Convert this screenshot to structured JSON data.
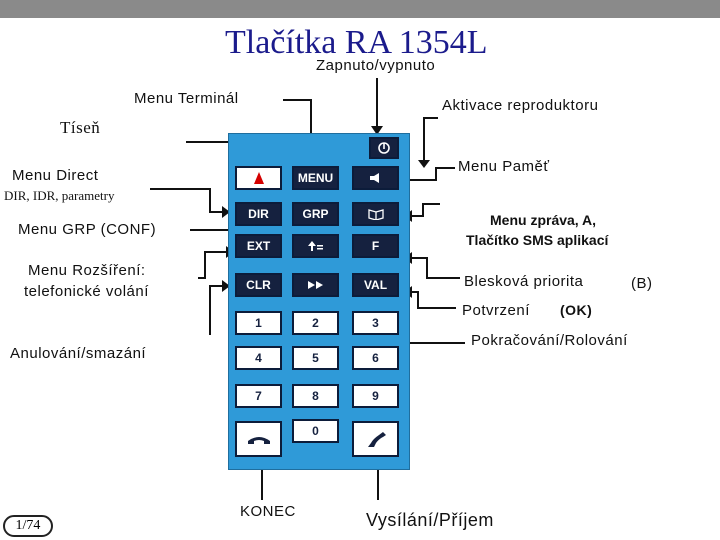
{
  "title": "Tlačítka RA 1354L",
  "labels": {
    "zapnuto": "Zapnuto/vypnuto",
    "menu_terminal": "Menu Terminál",
    "aktivace": "Aktivace reproduktoru",
    "tisen": "Tíseň",
    "menu_pamet": "Menu Paměť",
    "menu_direct": "Menu Direct",
    "dir_params": "DIR, IDR, parametry",
    "menu_zprava_1": "Menu zpráva, A,",
    "menu_zprava_2": "Tlačítko SMS aplikací",
    "menu_grp": "Menu GRP (CONF)",
    "menu_rozsireni_1": "Menu Rozšíření:",
    "menu_rozsireni_2": "telefonické volání",
    "bleskova": "Blesková priorita",
    "bleskova_b": "(B)",
    "potvrzeni": "Potvrzení",
    "potvrzeni_ok": "(OK)",
    "pokracovani": "Pokračování/Rolování",
    "anulovani": "Anulování/smazání",
    "konec": "KONEC",
    "vysilani": "Vysílání/Příjem"
  },
  "keys": {
    "menu": "MENU",
    "dir": "DIR",
    "grp": "GRP",
    "ext": "EXT",
    "f": "F",
    "clr": "CLR",
    "val": "VAL",
    "k1": "1",
    "k2": "2",
    "k3": "3",
    "k4": "4",
    "k5": "5",
    "k6": "6",
    "k7": "7",
    "k8": "8",
    "k9": "9",
    "k0": "0"
  },
  "page_number": "1/74",
  "colors": {
    "panel": "#2f9ad8",
    "key_dark": "#15213f",
    "title": "#1b1b8c",
    "emergency": "#d40000"
  }
}
